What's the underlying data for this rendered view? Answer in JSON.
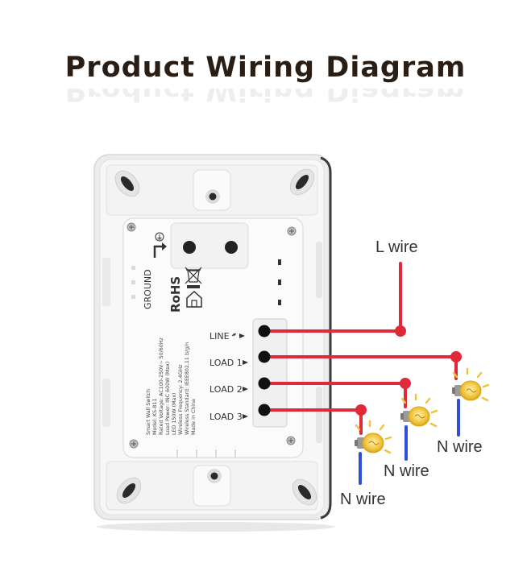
{
  "title": "Product Wiring Diagram",
  "terminals": [
    "LINE",
    "LOAD 1",
    "LOAD 2",
    "LOAD 3"
  ],
  "ground_label": "GROUND",
  "rohs": "RoHS",
  "specs": [
    "Smart Wall Switch",
    "Model: KS-811",
    "Rated Voltage: AC100-250V~ 50/60Hz",
    "Load Power: INC 600W (Max)",
    "LED 150W (Max)",
    "Wireless Frequency: 2.4GHz",
    "Wireless Standard: IEEE802.11 b/g/n",
    "Made in China"
  ],
  "wire_labels": {
    "line": "L wire",
    "neutral_1": "N wire",
    "neutral_2": "N wire",
    "neutral_3": "N wire"
  },
  "colors": {
    "live_wire": "#e02a3a",
    "neutral_wire": "#2f4fd8",
    "bulb": "#f2c23a",
    "title": "#2a1e14"
  },
  "icons": [
    "ground-arrow-icon",
    "weee-bin-icon",
    "house-icon",
    "light-bulb-icon"
  ]
}
